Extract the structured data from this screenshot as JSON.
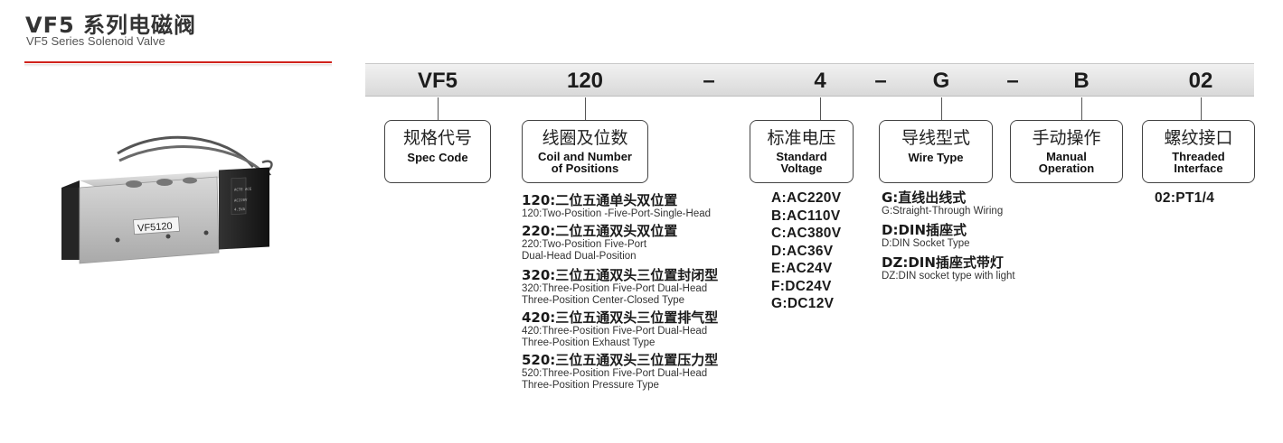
{
  "header": {
    "title": "VF5 系列电磁阀",
    "subtitle": "VF5 Series Solenoid Valve",
    "accent_color": "#d0221c"
  },
  "product": {
    "label": "VF5120",
    "body_color": "#c8c8c8",
    "coil_color": "#1e1e1e"
  },
  "code": {
    "segments": [
      "VF5",
      "120",
      "–",
      "4",
      "–",
      "G",
      "–",
      "B",
      "02"
    ]
  },
  "fields": [
    {
      "cn": "规格代号",
      "en": [
        "Spec Code"
      ]
    },
    {
      "cn": "线圈及位数",
      "en": [
        "Coil and Number",
        "of Positions"
      ]
    },
    {
      "cn": "标准电压",
      "en": [
        "Standard",
        "Voltage"
      ]
    },
    {
      "cn": "导线型式",
      "en": [
        "Wire Type"
      ]
    },
    {
      "cn": "手动操作",
      "en": [
        "Manual",
        "Operation"
      ]
    },
    {
      "cn": "螺纹接口",
      "en": [
        "Threaded",
        "Interface"
      ]
    }
  ],
  "coil_options": [
    {
      "main": "120:二位五通单头双位置",
      "sub": [
        "120:Two-Position -Five-Port-Single-Head"
      ]
    },
    {
      "main": "220:二位五通双头双位置",
      "sub": [
        "220:Two-Position Five-Port",
        "Dual-Head Dual-Position"
      ]
    },
    {
      "main": "320:三位五通双头三位置封闭型",
      "sub": [
        "320:Three-Position Five-Port Dual-Head",
        "Three-Position Center-Closed Type"
      ]
    },
    {
      "main": "420:三位五通双头三位置排气型",
      "sub": [
        "420:Three-Position Five-Port Dual-Head",
        "Three-Position Exhaust Type"
      ]
    },
    {
      "main": "520:三位五通双头三位置压力型",
      "sub": [
        "520:Three-Position Five-Port Dual-Head",
        "Three-Position Pressure Type"
      ]
    }
  ],
  "voltage_options": [
    "A:AC220V",
    "B:AC110V",
    "C:AC380V",
    "D:AC36V",
    "E:AC24V",
    "F:DC24V",
    "G:DC12V"
  ],
  "wire_options": [
    {
      "main": "G:直线出线式",
      "sub": "G:Straight-Through Wiring"
    },
    {
      "main": "D:DIN插座式",
      "sub": "D:DIN Socket Type"
    },
    {
      "main": "DZ:DIN插座式带灯",
      "sub": "DZ:DIN socket type with light"
    }
  ],
  "thread_options": [
    "02:PT1/4"
  ]
}
